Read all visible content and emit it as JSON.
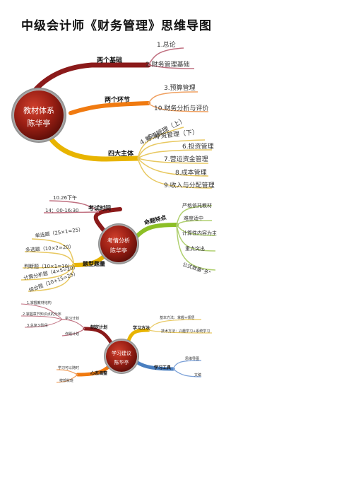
{
  "title": "中级会计师《财务管理》思维导图",
  "map1": {
    "hub": [
      "教材体系",
      "陈华亭"
    ],
    "b1": "两个基础",
    "b1_items": [
      "1.总论",
      "2.财务管理基础"
    ],
    "b2": "两个环节",
    "b2_items": [
      "3.预算管理",
      "10.财务分析与评价"
    ],
    "b3": "四大主体",
    "b3_items": [
      "4.筹资管理（上）",
      "5.筹资管理（下）",
      "6.投资管理",
      "7.营运资金管理",
      "8.成本管理",
      "9.收入与分配管理"
    ]
  },
  "map2": {
    "hub": [
      "考情分析",
      "陈华亭"
    ],
    "b1": "考试时间",
    "b1_items": [
      "10.26下午",
      "14：00-16:30"
    ],
    "b2": "命题特点",
    "b2_items": [
      "严格依托教材",
      "难度适中",
      "计算性内容为主",
      "重点突出",
      "公式数量\"多\""
    ],
    "b3": "题型题量",
    "b3_items": [
      "单选题（25×1=25）",
      "多选题（10×2=20）",
      "判断题（10×1=10）",
      "计算分析题（4×5=20）",
      "综合题（10+15=25）"
    ]
  },
  "map3": {
    "hub": [
      "学习建议",
      "陈华亭"
    ],
    "b1": "制定计划",
    "b1_items": [
      "学习计划",
      "作题计划"
    ],
    "b1_sub": [
      "1.掌握教材结构",
      "2.掌握章节知识点的分布",
      "3.总复习阶段"
    ],
    "b2": "学习方法",
    "b2_items": [
      "基本方法：掌握+领悟",
      "技术方法：兴趣学习+系统学习"
    ],
    "b3": "学习工具",
    "b3_items": [
      "思维导图",
      "文稿"
    ],
    "b4": "心态调整",
    "b4_items": [
      "学习可以随时",
      "按部就班"
    ]
  },
  "colors": {
    "hub_red": "#8e1b12",
    "branch_dark": "#8b1a1a",
    "branch_orange": "#f07a10",
    "branch_yellow": "#e8b400",
    "branch_green": "#8cbf26",
    "branch_blue": "#4a7fc0"
  }
}
